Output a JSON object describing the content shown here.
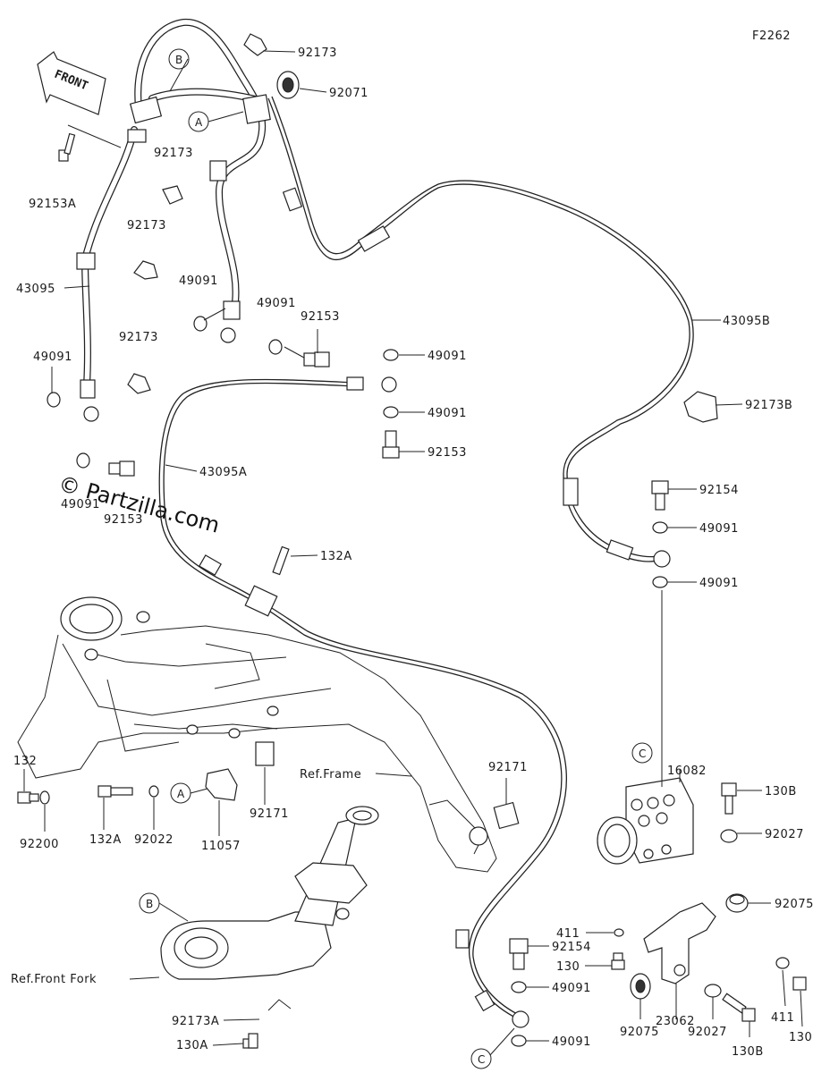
{
  "figure_code": "F2262",
  "front_label": "FRONT",
  "watermark": "© Partzilla.com",
  "callouts": {
    "a_top": "A",
    "a_bottom": "A",
    "b_top": "B",
    "b_bottom": "B",
    "c_top": "C",
    "c_bottom": "C"
  },
  "labels": {
    "p92173_1": "92173",
    "p92071": "92071",
    "p92153A": "92153A",
    "p92173_2": "92173",
    "p92173_3": "92173",
    "p43095": "43095",
    "p49091_1": "49091",
    "p49091_2": "49091",
    "p92153_1": "92153",
    "p92173_4": "92173",
    "p49091_3": "49091",
    "p49091_4": "49091",
    "p92153_2": "92153",
    "p49091_5": "49091",
    "p49091_6": "49091",
    "p92153_3": "92153",
    "p43095A": "43095A",
    "p43095B": "43095B",
    "p92173B": "92173B",
    "p92154_1": "92154",
    "p49091_7": "49091",
    "p49091_8": "49091",
    "p132A_1": "132A",
    "p132": "132",
    "p92200": "92200",
    "p132A_2": "132A",
    "p92022": "92022",
    "p11057": "11057",
    "p92171_1": "92171",
    "ref_frame": "Ref.Frame",
    "p92171_2": "92171",
    "p16082": "16082",
    "p130B_1": "130B",
    "p92027_1": "92027",
    "p92075_1": "92075",
    "p411_1": "411",
    "p92154_2": "92154",
    "p130_1": "130",
    "p49091_9": "49091",
    "p49091_10": "49091",
    "ref_front_fork": "Ref.Front Fork",
    "p92173A": "92173A",
    "p130A": "130A",
    "p92075_2": "92075",
    "p23062": "23062",
    "p92027_2": "92027",
    "p130B_2": "130B",
    "p411_2": "411",
    "p130_2": "130"
  }
}
